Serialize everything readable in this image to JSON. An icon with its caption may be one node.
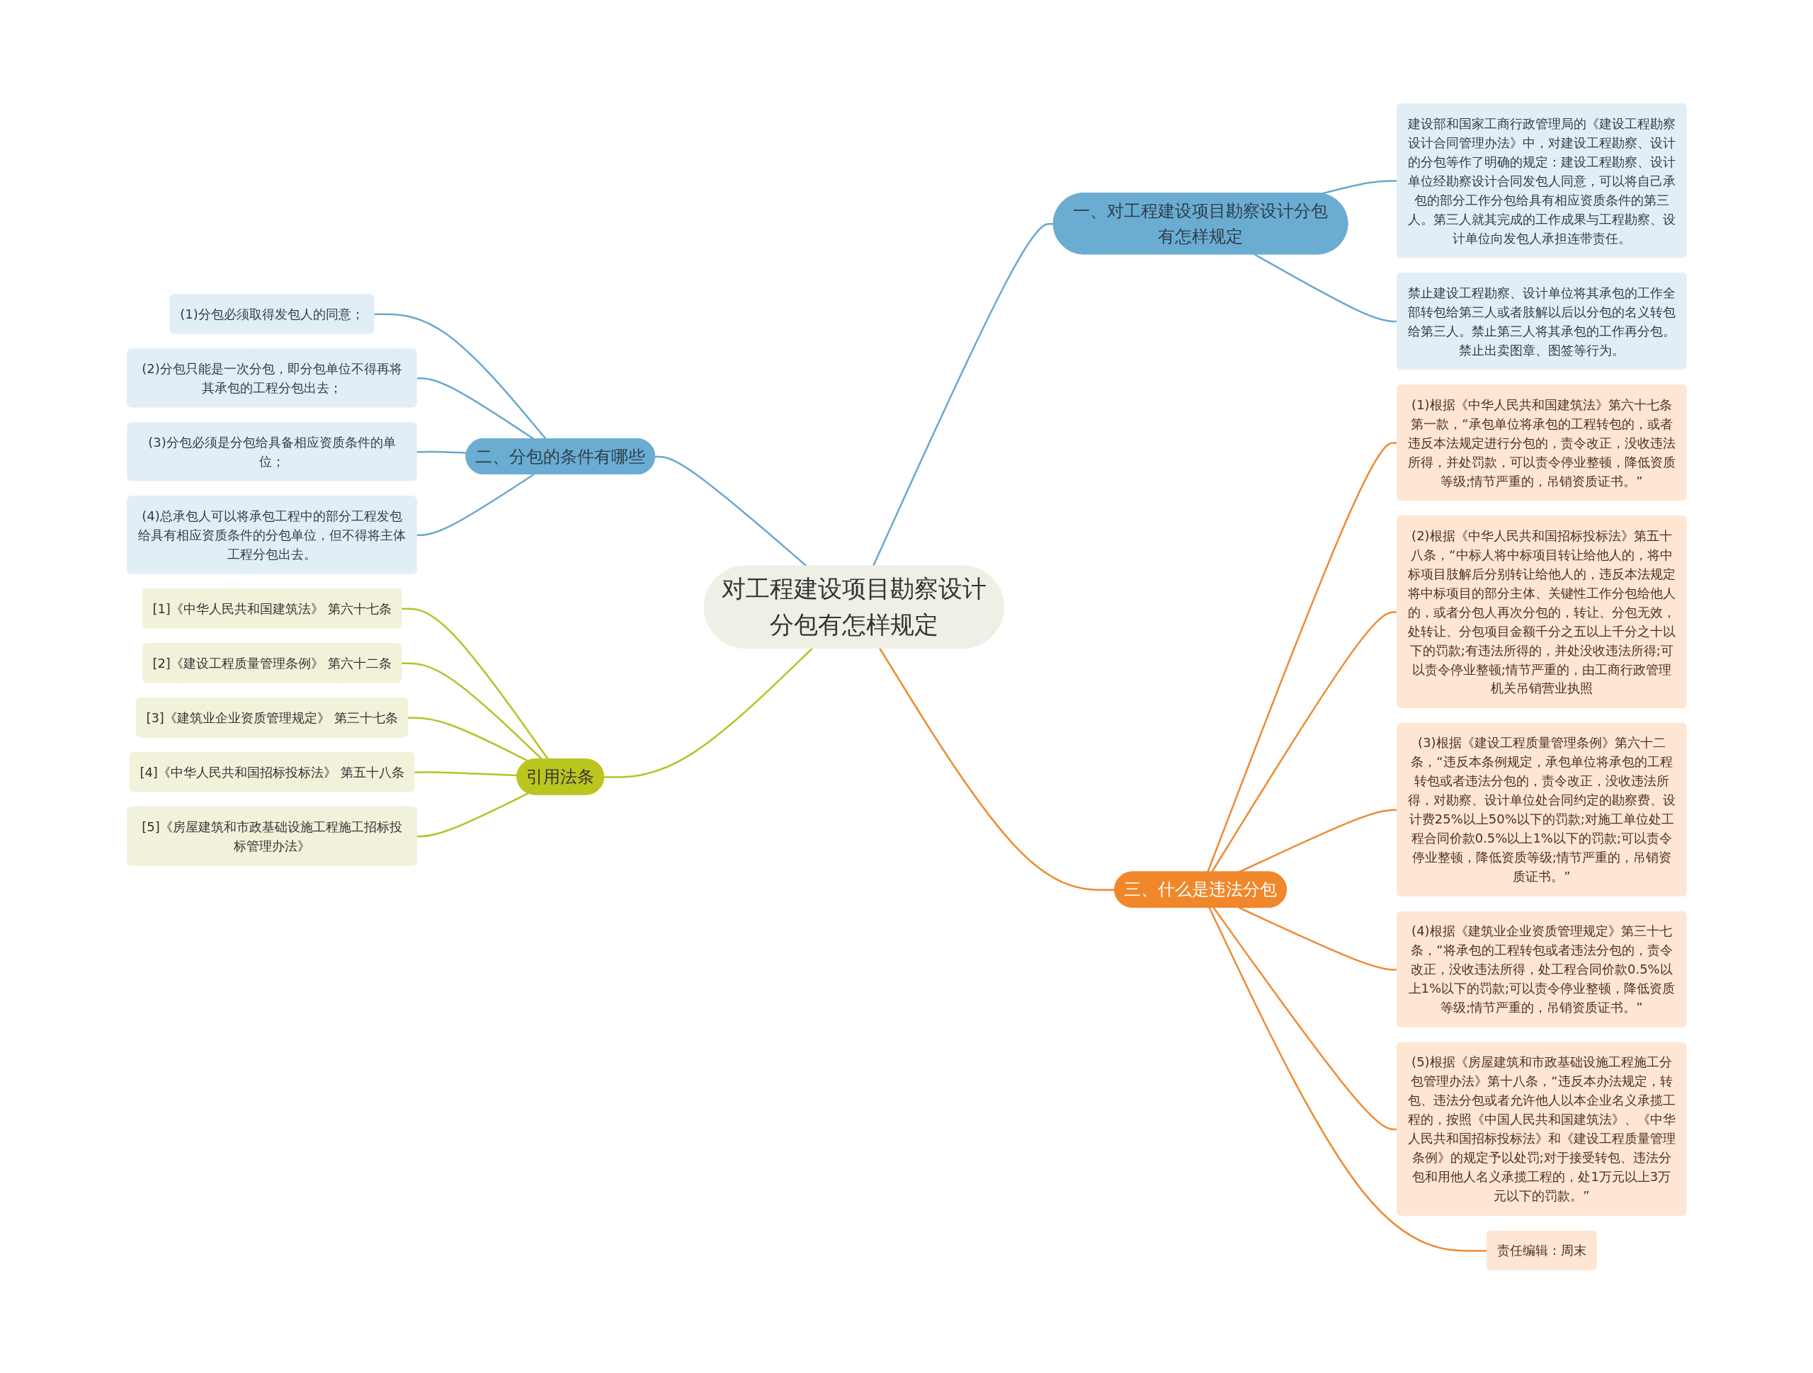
{
  "diagram": {
    "nodes": [
      {
        "text": [
          "对工程建设项目勘察设计分包有怎样规定"
        ]
      },
      {
        "text": [
          "一、对工程建设项目勘察设计分包有怎样规定"
        ]
      },
      {
        "text": [
          "建设部和国家工商行政管理局的《建设工程勘察设计合同管理办法》中，对建设工程勘察、设计的分包等作了明确的规定：建设工程勘察、设计单位经勘察设计合同发包人同意，可以将自己承包的部分工作分包给具有相应资质条件的第三人。第三人就其完成的工作成果与工程勘察、设计单位向发包人承担连带责任。"
        ]
      },
      {
        "text": [
          "禁止建设工程勘察、设计单位将其承包的工作全部转包给第三人或者肢解以后以分包的名义转包给第三人。禁止第三人将其承包的工作再分包。禁止出卖图章、图签等行为。"
        ]
      },
      {
        "text": [
          "二、分包的条件有哪些"
        ]
      },
      {
        "text": [
          "(1)分包必须取得发包人的同意；"
        ]
      },
      {
        "text": [
          "(2)分包只能是一次分包，即分包单位不得再将其承包的工程分包出去；"
        ]
      },
      {
        "text": [
          "(3)分包必须是分包给具备相应资质条件的单位；"
        ]
      },
      {
        "text": [
          "(4)总承包人可以将承包工程中的部分工程发包给具有相应资质条件的分包单位，但不得将主体工程分包出去。"
        ]
      },
      {
        "text": [
          "引用法条"
        ]
      },
      {
        "text": [
          "[1]《中华人民共和国建筑法》 第六十七条"
        ]
      },
      {
        "text": [
          "[2]《建设工程质量管理条例》 第六十二条"
        ]
      },
      {
        "text": [
          "[3]《建筑业企业资质管理规定》 第三十七条"
        ]
      },
      {
        "text": [
          "[4]《中华人民共和国招标投标法》 第五十八条"
        ]
      },
      {
        "text": [
          "[5]《房屋建筑和市政基础设施工程施工招标投标管理办法》"
        ]
      },
      {
        "text": [
          "三、什么是违法分包"
        ]
      },
      {
        "text": [
          "(1)根据《中华人民共和国建筑法》第六十七条第一款，“承包单位将承包的工程转包的，或者违反本法规定进行分包的，责令改正，没收违法所得，并处罚款，可以责令停业整顿，降低资质等级;情节严重的，吊销资质证书。”"
        ]
      },
      {
        "text": [
          "(2)根据《中华人民共和国招标投标法》第五十八条，“中标人将中标项目转让给他人的，将中标项目肢解后分别转让给他人的，违反本法规定将中标项目的部分主体、关键性工作分包给他人的，或者分包人再次分包的，转让、分包无效，处转让、分包项目金额千分之五以上千分之十以下的罚款;有违法所得的，并处没收违法所得;可以责令停业整顿;情节严重的，由工商行政管理机关吊销营业执照"
        ]
      },
      {
        "text": [
          "(3)根据《建设工程质量管理条例》第六十二条，“违反本条例规定，承包单位将承包的工程转包或者违法分包的，责令改正，没收违法所得，对勘察、设计单位处合同约定的勘察费、设计费25%以上50%以下的罚款;对施工单位处工程合同价款0.5%以上1%以下的罚款;可以责令停业整顿，降低资质等级;情节严重的，吊销资质证书。”"
        ]
      },
      {
        "text": [
          "(4)根据《建筑业企业资质管理规定》第三十七条，“将承包的工程转包或者违法分包的，责令改正，没收违法所得，处工程合同价款0.5%以上1%以下的罚款;可以责令停业整顿，降低资质等级;情节严重的，吊销资质证书。”"
        ]
      },
      {
        "text": [
          "(5)根据《房屋建筑和市政基础设施工程施工分包管理办法》第十八条，“违反本办法规定，转包、违法分包或者允许他人以本企业名义承揽工程的，按照《中国人民共和国建筑法》、《中华人民共和国招标投标法》和《建设工程质量管理条例》的规定予以处罚;对于接受转包、违法分包和用他人名义承揽工程的，处1万元以上3万元以下的罚款。”"
        ]
      },
      {
        "text": [
          "责任编辑：周末"
        ]
      }
    ],
    "edges": [
      {
        "from": 0,
        "to": 1,
        "arrow": "none"
      },
      {
        "from": 1,
        "to": 2,
        "arrow": "none"
      },
      {
        "from": 1,
        "to": 3,
        "arrow": "none"
      },
      {
        "from": 4,
        "to": 0,
        "arrow": "none"
      },
      {
        "from": 5,
        "to": 4,
        "arrow": "none"
      },
      {
        "from": 6,
        "to": 4,
        "arrow": "none"
      },
      {
        "from": 7,
        "to": 4,
        "arrow": "none"
      },
      {
        "from": 8,
        "to": 4,
        "arrow": "none"
      },
      {
        "from": 9,
        "to": 0,
        "arrow": "none",
        "color": "#b5c227"
      },
      {
        "from": 10,
        "to": 9,
        "arrow": "none",
        "color": "#b5c227"
      },
      {
        "from": 11,
        "to": 9,
        "arrow": "none",
        "color": "#b5c227"
      },
      {
        "from": 12,
        "to": 9,
        "arrow": "none",
        "color": "#b5c227"
      },
      {
        "from": 13,
        "to": 9,
        "arrow": "none",
        "color": "#b5c227"
      },
      {
        "from": 14,
        "to": 9,
        "arrow": "none",
        "color": "#b5c227"
      },
      {
        "from": 0,
        "to": 15,
        "arrow": "none",
        "color": "#ee8a30"
      },
      {
        "from": 15,
        "to": 16,
        "arrow": "none",
        "color": "#ee8a30"
      },
      {
        "from": 15,
        "to": 17,
        "arrow": "none",
        "color": "#ee8a30"
      },
      {
        "from": 15,
        "to": 18,
        "arrow": "none",
        "color": "#ee8a30"
      },
      {
        "from": 15,
        "to": 19,
        "arrow": "none",
        "color": "#ee8a30"
      },
      {
        "from": 15,
        "to": 20,
        "arrow": "none",
        "color": "#ee8a30"
      },
      {
        "from": 15,
        "to": 21,
        "arrow": "none",
        "color": "#ee8a30"
      }
    ]
  }
}
